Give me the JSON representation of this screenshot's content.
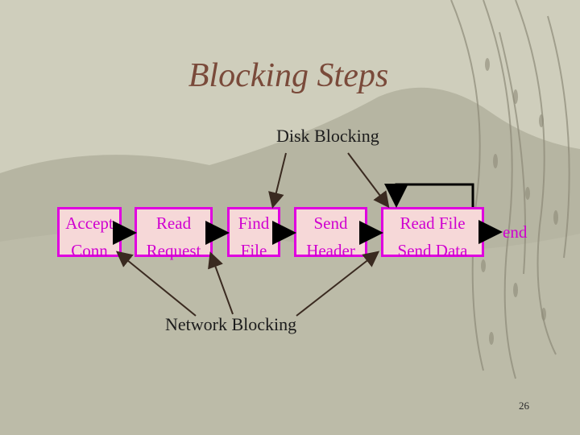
{
  "slide": {
    "title": "Blocking Steps",
    "page_number": "26"
  },
  "labels": {
    "disk": "Disk Blocking",
    "network": "Network Blocking",
    "end": "end"
  },
  "steps": [
    {
      "line1": "Accept",
      "line2": "Conn"
    },
    {
      "line1": "Read",
      "line2": "Request"
    },
    {
      "line1": "Find",
      "line2": "File"
    },
    {
      "line1": "Send",
      "line2": "Header"
    },
    {
      "line1": "Read File",
      "line2": "Send Data"
    }
  ],
  "colors": {
    "title": "#7a4a3a",
    "box_fill": "#f6d8d8",
    "box_border": "#e000e0",
    "box_text": "#d000d0",
    "arrow": "#000000",
    "annotation_arrow": "#3a2a20"
  }
}
